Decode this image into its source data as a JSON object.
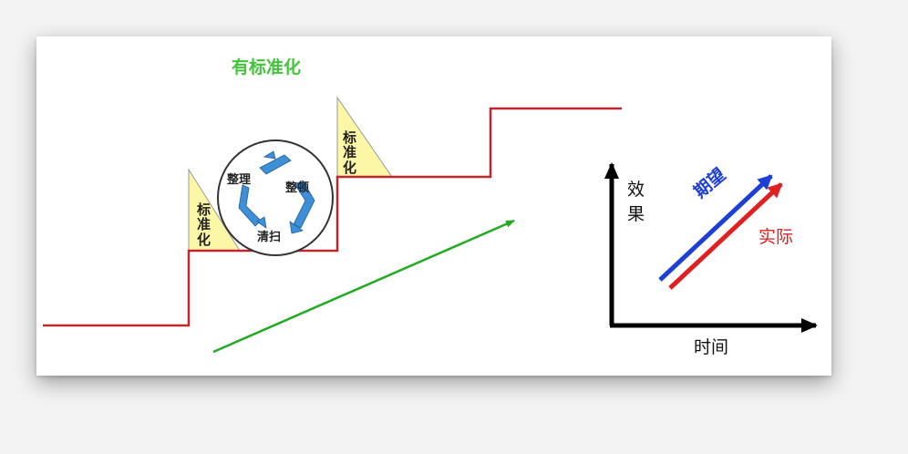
{
  "diagram": {
    "title": "有标准化",
    "standard_label_chars": [
      "标",
      "准",
      "化"
    ],
    "cycle": {
      "steps": [
        "整理",
        "整顿",
        "清扫"
      ]
    },
    "graph": {
      "y_axis_chars": [
        "效",
        "果"
      ],
      "x_axis_label": "时间",
      "expected_label": "期望",
      "actual_label": "实际"
    },
    "colors": {
      "staircase": "#c0272d",
      "trend_arrow": "#22aa22",
      "title_green": "#44c43a",
      "wedge_fill": "#fbf7a6",
      "expected_blue": "#1d3fd6",
      "actual_red": "#e02020",
      "cycle_blue": "#3f8fd6"
    }
  }
}
